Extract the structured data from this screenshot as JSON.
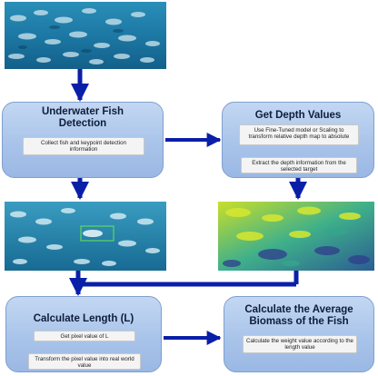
{
  "panels": {
    "fish_detection": {
      "title": "Underwater Fish Detection",
      "steps": [
        "Collect fish and keypoint detection information"
      ]
    },
    "depth": {
      "title": "Get Depth Values",
      "steps": [
        "Use Fine-Tuned model or Scaling to transform relative depth map to absolute",
        "Extract the depth information from the selected target"
      ]
    },
    "length": {
      "title": "Calculate Length (L)",
      "steps": [
        "Get pixel value of L",
        "Transform the pixel value into real world value"
      ]
    },
    "biomass": {
      "title": "Calculate the Average Biomass of the Fish",
      "steps": [
        "Calculate the weight value according to the length value"
      ]
    }
  },
  "colors": {
    "arrow": "#0a1fa8",
    "panel_border": "#7f9fcf",
    "detection_box": "#5dd85d"
  },
  "images": {
    "input_photo": "underwater-fish-school-photo",
    "detection_photo": "fish-detection-result-photo",
    "depth_map": "depth-map-image"
  }
}
